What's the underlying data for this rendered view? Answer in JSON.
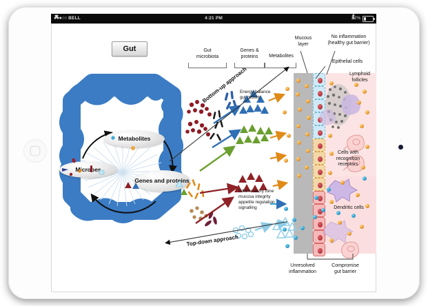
{
  "device": {
    "home_button": "home-button",
    "camera": "front-camera"
  },
  "status_bar": {
    "signal_dots": "●●●○○",
    "carrier": "BELL",
    "wifi_icon": "wifi-icon",
    "time": "4:21 PM",
    "bluetooth_icon": "bluetooth-icon",
    "battery_percent": "22%"
  },
  "figure": {
    "gut_button": "Gut",
    "ovals": {
      "metabolites": "Metabolites",
      "microbes": "Microbes",
      "genes_proteins": "Genes and proteins"
    },
    "column_headers": [
      {
        "id": "gut-microbiota",
        "line1": "Gut",
        "line2": "microbiota"
      },
      {
        "id": "genes-proteins",
        "line1": "Genes &",
        "line2": "proteins"
      },
      {
        "id": "metabolites",
        "line1": "Metabolites",
        "line2": ""
      }
    ],
    "top_labels": [
      {
        "id": "mucous-layer",
        "line1": "Mucous",
        "line2": "layer"
      },
      {
        "id": "no-inflammation",
        "line1": "No inflammation",
        "line2": "(healthy gut barrier)"
      },
      {
        "id": "epithelial-cells",
        "line1": "Epithelial cells",
        "line2": ""
      }
    ],
    "tissue_labels": [
      {
        "id": "lymphoid-follicles",
        "line1": "Lymphoid",
        "line2": "follicles"
      },
      {
        "id": "recognition-receptors",
        "line1": "Cells with",
        "line2": "recognition",
        "line3": "receptors"
      },
      {
        "id": "dendritic-cells",
        "line1": "Dendritic cells",
        "line2": ""
      }
    ],
    "bottom_labels": [
      {
        "id": "unresolved-inflammation",
        "line1": "Unresolved",
        "line2": "inflammation"
      },
      {
        "id": "compromise-gut-barrier",
        "line1": "Compromise",
        "line2": "gut barrier"
      }
    ],
    "approaches": {
      "bottom_up": "Bottom-up approach",
      "top_down": "Top-down approach"
    },
    "outcome_healthy": "Energy balance\ngut motility",
    "outcome_inflamed": "Inflammatory tone\nmucosa integrity\nappetite regulation\nsignalling"
  },
  "colors": {
    "mucous_layer": "#b9b9b9",
    "lamina_propria": "#fbdfe0",
    "epithelium_healthy": "#cfeaf6",
    "epithelium_inflamed": "#f6b9b9",
    "metabolite_orb": "#f0a63c",
    "metabolite_orb_blue": "#3aa9d6",
    "gut_blue": "#3b7cc4",
    "arrow_blue": "#2f6fb5",
    "arrow_green": "#6a9f2f",
    "arrow_darkred": "#8e2226",
    "arrow_orange": "#e08a18"
  }
}
